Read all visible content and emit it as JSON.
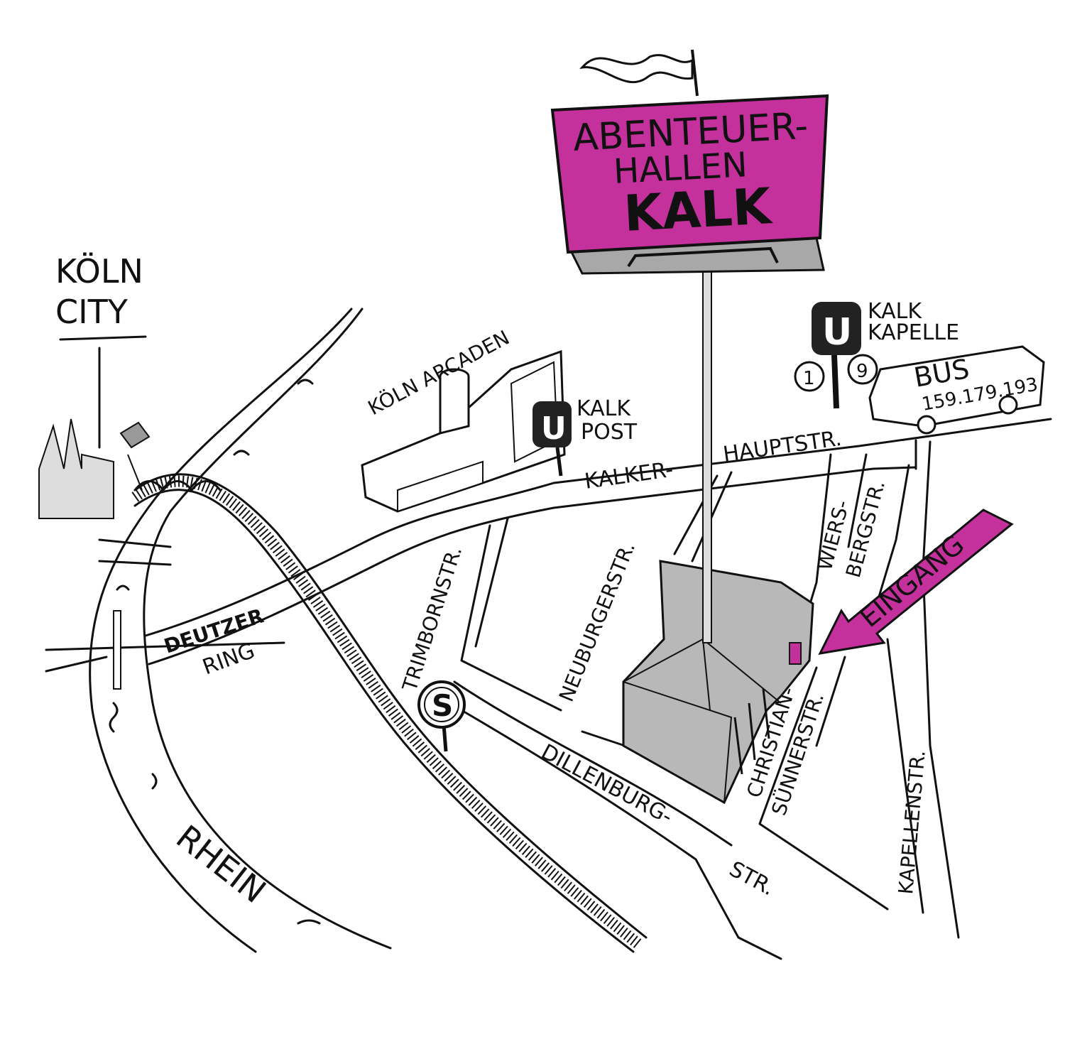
{
  "colors": {
    "accent": "#c4319c",
    "building": "#b8b8b8",
    "ink": "#111111",
    "sign_base": "#a8a8a8"
  },
  "sign": {
    "line1": "ABENTEUER-",
    "line2": "HALLEN",
    "line3": "KALK"
  },
  "city": {
    "line1": "KÖLN",
    "line2": "CITY"
  },
  "landmarks": {
    "koeln_arcaden": "KÖLN ARCADEN",
    "kalk_post": {
      "letter": "U",
      "line1": "KALK",
      "line2": "POST"
    },
    "kalk_kapelle": {
      "letter": "U",
      "line1": "KALK",
      "line2": "KAPELLE",
      "lines": [
        "1",
        "9"
      ]
    },
    "s_bahn": {
      "letter": "S"
    },
    "bus": {
      "label": "BUS",
      "numbers": "159.179.193"
    }
  },
  "streets": {
    "kalker": "KALKER-",
    "hauptstr": "HAUPTSTR.",
    "deutzer": "DEUTZER",
    "ring": "RING",
    "trimborn": "TRIMBORNSTR.",
    "neuburger": "NEUBURGERSTR.",
    "wiers": "WIERS-",
    "bergstr": "BERGSTR.",
    "christian": "CHRISTIAN-",
    "suenner": "SÜNNERSTR.",
    "kapellen": "KAPELLENSTR.",
    "dillenburg": "DILLENBURG-",
    "dillenburg_str": "STR.",
    "rhein": "RHEIN"
  },
  "entrance": {
    "label": "EINGANG"
  }
}
